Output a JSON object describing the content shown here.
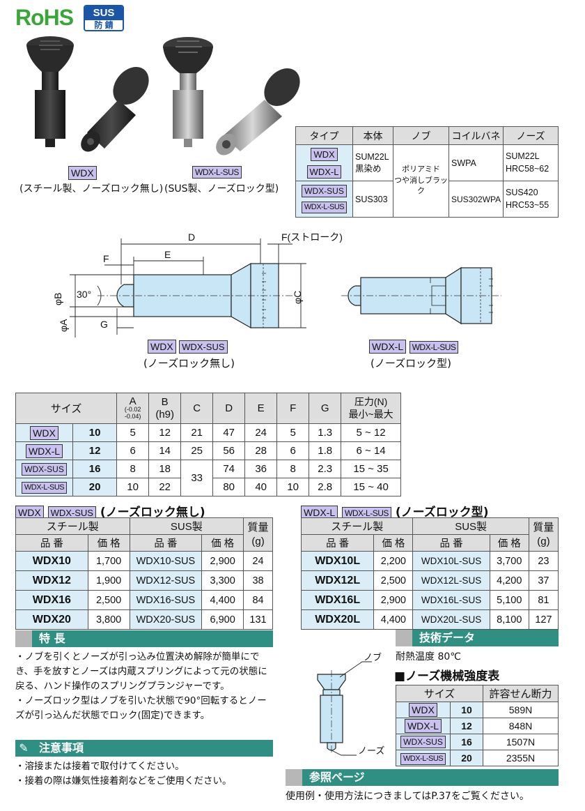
{
  "badges": {
    "rohs": "RoHS",
    "sus": "SUS",
    "sus_sub": "防 錆"
  },
  "photo_left": {
    "tag": "WDX",
    "caption": "(スチール製、ノーズロック無し)"
  },
  "photo_right": {
    "tag": "WDX-L-SUS",
    "caption": "(SUS製、ノーズロック型)"
  },
  "materials": {
    "headers": [
      "タイプ",
      "本体",
      "ノブ",
      "コイルバネ",
      "ノーズ"
    ],
    "types": [
      "WDX",
      "WDX-L",
      "WDX-SUS",
      "WDX-L-SUS"
    ],
    "body1": "SUM22L\n黒染め",
    "body2": "SUS303",
    "knob": "ポリアミド\nつや消しブラック",
    "spring1": "SWPA",
    "spring2": "SUS302WPA",
    "nose1": "SUM22L\nHRC58~62",
    "nose2": "SUS420\nHRC53~55"
  },
  "drawing": {
    "D": "D",
    "F": "F(ストローク)",
    "E": "E",
    "F2": "F",
    "G": "G",
    "phiB": "φB",
    "phiA": "φA",
    "phiC": "φC",
    "angle": "30°",
    "left_tags": [
      "WDX",
      "WDX-SUS"
    ],
    "left_caption": "(ノーズロック無し)",
    "right_tags": [
      "WDX-L",
      "WDX-L-SUS"
    ],
    "right_caption": "(ノーズロック型)"
  },
  "dims": {
    "size_label": "サイズ",
    "headers": [
      "A",
      "B\n(h9)",
      "C",
      "D",
      "E",
      "F",
      "G",
      "圧力(N)\n最小~最大"
    ],
    "a_tol_top": "-0.02",
    "a_tol_bot": "-0.04",
    "rows": [
      {
        "tag": "WDX",
        "size": "10",
        "A": "5",
        "B": "12",
        "C": "21",
        "D": "47",
        "E": "24",
        "F": "5",
        "G": "1.3",
        "P": "5 ~ 12"
      },
      {
        "tag": "WDX-L",
        "size": "12",
        "A": "6",
        "B": "14",
        "C": "25",
        "D": "56",
        "E": "28",
        "F": "6",
        "G": "1.8",
        "P": "6 ~ 14"
      },
      {
        "tag": "WDX-SUS",
        "size": "16",
        "A": "8",
        "B": "18",
        "C": "33",
        "D": "74",
        "E": "36",
        "F": "8",
        "G": "2.3",
        "P": "15 ~ 35"
      },
      {
        "tag": "WDX-L-SUS",
        "size": "20",
        "A": "10",
        "B": "22",
        "C": "",
        "D": "80",
        "E": "40",
        "F": "10",
        "G": "2.8",
        "P": "15 ~ 40"
      }
    ]
  },
  "price_left": {
    "tags": [
      "WDX",
      "WDX-SUS"
    ],
    "title": "(ノーズロック無し)",
    "steel": "スチール製",
    "sus": "SUS製",
    "mass": "質量\n(g)",
    "part": "品 番",
    "price": "価 格",
    "rows": [
      [
        "WDX10",
        "1,700",
        "WDX10-SUS",
        "2,900",
        "24"
      ],
      [
        "WDX12",
        "1,900",
        "WDX12-SUS",
        "3,300",
        "38"
      ],
      [
        "WDX16",
        "2,500",
        "WDX16-SUS",
        "4,400",
        "84"
      ],
      [
        "WDX20",
        "3,800",
        "WDX20-SUS",
        "6,900",
        "131"
      ]
    ]
  },
  "price_right": {
    "tags": [
      "WDX-L",
      "WDX-L-SUS"
    ],
    "title": "(ノーズロック型)",
    "steel": "スチール製",
    "sus": "SUS製",
    "mass": "質量\n(g)",
    "part": "品 番",
    "price": "価 格",
    "rows": [
      [
        "WDX10L",
        "2,200",
        "WDX10L-SUS",
        "3,700",
        "23"
      ],
      [
        "WDX12L",
        "2,500",
        "WDX12L-SUS",
        "4,200",
        "37"
      ],
      [
        "WDX16L",
        "2,900",
        "WDX16L-SUS",
        "5,100",
        "81"
      ],
      [
        "WDX20L",
        "4,400",
        "WDX20L-SUS",
        "8,100",
        "127"
      ]
    ]
  },
  "features": {
    "title": "特 長",
    "items": [
      "・ノブを引くとノーズが引っ込み位置決め解除が簡単にでき、手を放すとノーズは内蔵スプリングによって元の状態に戻る、ハンド操作のスプリングプランジャーです。",
      "・ノーズロック型はノブを引いた状態で90°回転するとノーズが引っ込んだ状態でロック(固定)できます。"
    ]
  },
  "caution": {
    "title": "注意事項",
    "items": [
      "・溶接または接着で取付けてください。",
      "・接着の際は嫌気性接着剤などをご使用ください。"
    ]
  },
  "tech": {
    "title": "技術データ",
    "heat": "耐熱温度 80℃",
    "knob_label": "ノブ",
    "nose_label": "ノーズ",
    "strength_title": "■ノーズ機械強度表",
    "size_label": "サイズ",
    "shear_label": "許容せん断力",
    "rows": [
      {
        "tag": "WDX",
        "size": "10",
        "val": "589N"
      },
      {
        "tag": "WDX-L",
        "size": "12",
        "val": "848N"
      },
      {
        "tag": "WDX-SUS",
        "size": "16",
        "val": "1507N"
      },
      {
        "tag": "WDX-L-SUS",
        "size": "20",
        "val": "2355N"
      }
    ]
  },
  "ref": {
    "title": "参照ページ",
    "text": "使用例・使用方法につきましてはP.37をご覧ください。"
  },
  "colors": {
    "accent": "#2f8f83",
    "tag_bg": "#c9c2ef",
    "cell_blue": "#dbeef7",
    "pin_fill": "#c8e6f5",
    "rohs_green": "#3aa63a",
    "sus_blue": "#1b56a6"
  }
}
